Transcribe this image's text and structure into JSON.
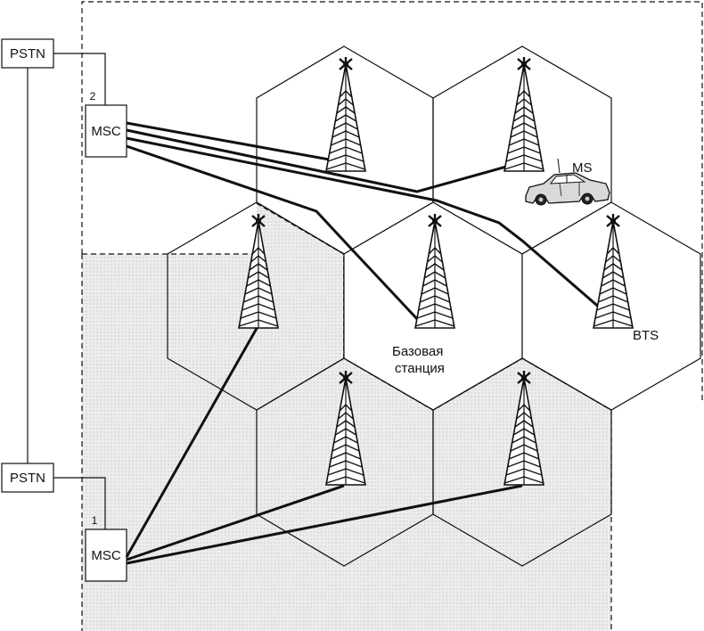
{
  "pstn_top": "PSTN",
  "pstn_bottom": "PSTN",
  "msc_top": "MSC",
  "msc_bottom": "MSC",
  "msc_top_number": "2",
  "msc_bottom_number": "1",
  "ms_label": "MS",
  "bts_label": "BTS",
  "base_station_line1": "Базовая",
  "base_station_line2": "станция",
  "colors": {
    "line": "#111111",
    "shade": "#e6e6e6"
  }
}
